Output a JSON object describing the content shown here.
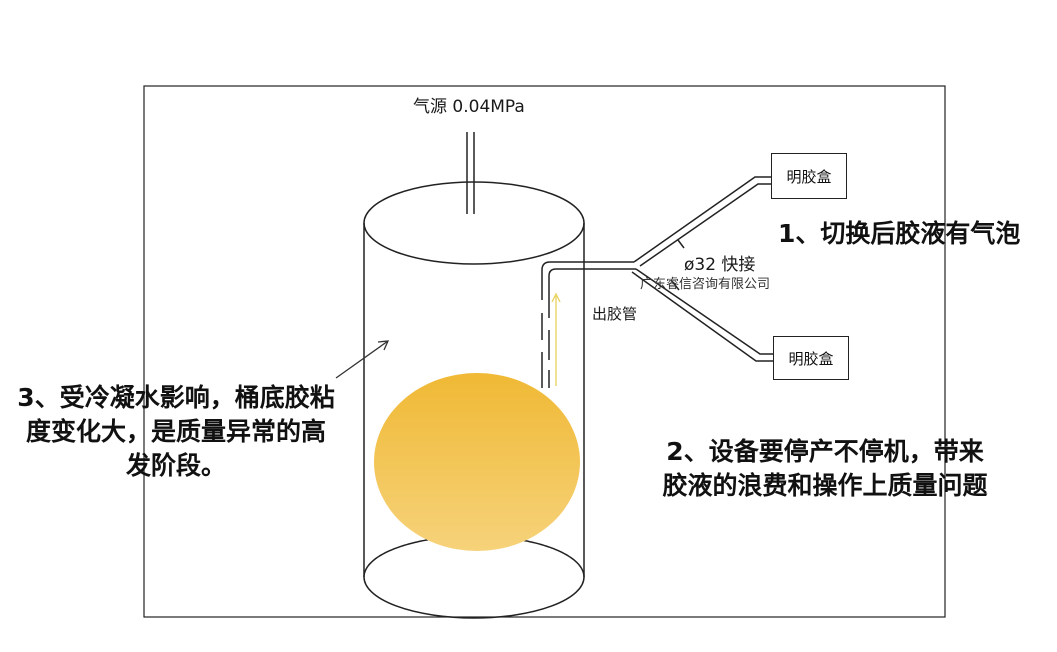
{
  "labels": {
    "air_source": "气源  0.04MPa",
    "quick_connect": "ø32 快接",
    "company": "广东睿信咨询有限公司",
    "outlet_pipe": "出胶管",
    "glue_box_top": "明胶盒",
    "glue_box_bottom": "明胶盒"
  },
  "notes": {
    "note1": "1、切换后胶液有气泡",
    "note2": "2、设备要停产不停机，带来胶液的浪费和操作上质量问题",
    "note3": "3、受冷凝水影响，桶底胶粘度变化大，是质量异常的高发阶段。"
  },
  "colors": {
    "glue_top": "#f0b935",
    "glue_bottom": "#f6d27a",
    "line": "#222222",
    "arrow_yellow": "#e8d35a"
  }
}
